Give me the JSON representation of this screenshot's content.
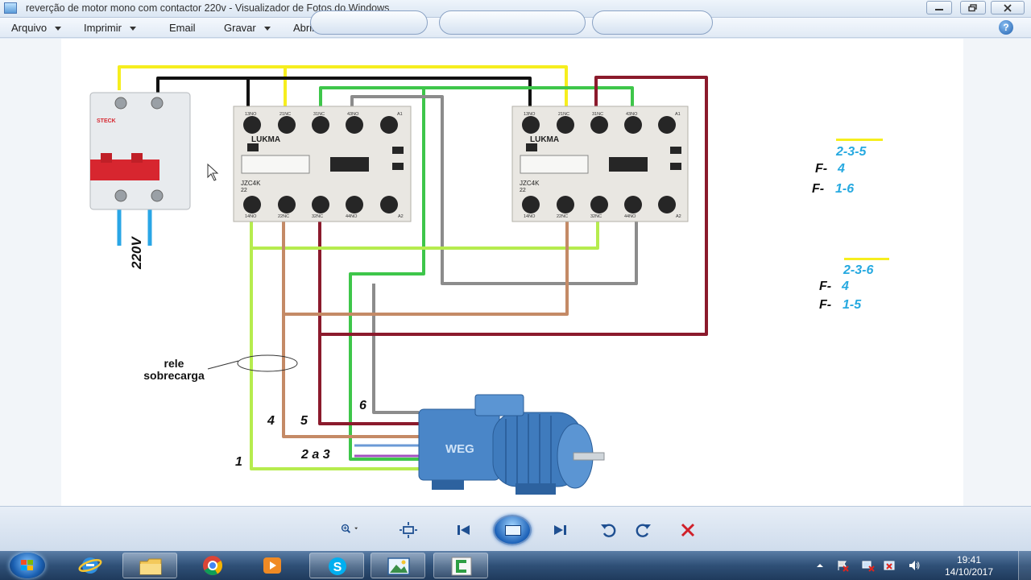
{
  "window": {
    "title": "reverção de motor mono com contactor 220v - Visualizador de Fotos do Windows"
  },
  "menu": {
    "items": [
      "Arquivo",
      "Imprimir",
      "Email",
      "Gravar",
      "Abrir"
    ]
  },
  "diagram": {
    "breaker_voltage": "220V",
    "breaker_brand": "STECK",
    "contactor_brand": "LUKMA",
    "contactor_model": "JZC4K",
    "contactor_code": "22",
    "contactor_top_terminals": [
      "13NO",
      "21NC",
      "31NC",
      "43NO",
      "A1"
    ],
    "contactor_bottom_terminals": [
      "14NO",
      "22NC",
      "32NC",
      "44NO",
      "A2"
    ],
    "relay_label_line1": "rele",
    "relay_label_line2": "sobrecarga",
    "wire_numbers": {
      "w1": "1",
      "w23": "2 a 3",
      "w4": "4",
      "w5": "5",
      "w6": "6"
    },
    "motor_brand": "WEG",
    "config_1": {
      "header": "2-3-5",
      "f4_prefix": "F-",
      "f4_value": "4",
      "f16_prefix": "F-",
      "f16_value": "1-6"
    },
    "config_2": {
      "header": "2-3-6",
      "f4_prefix": "F-",
      "f4_value": "4",
      "f15_prefix": "F-",
      "f15_value": "1-5"
    }
  },
  "taskbar": {
    "time": "19:41",
    "date": "14/10/2017"
  },
  "colors": {
    "wire_yellow": "#f6ee1e",
    "wire_black": "#111111",
    "wire_green": "#3ec64a",
    "wire_grey": "#8c8c8c",
    "wire_maroon": "#8b1a2c",
    "wire_lime": "#b6ec4e",
    "wire_tan": "#c48a66",
    "label_cyan": "#26a9e0",
    "motor_blue": "#4a86c8"
  }
}
